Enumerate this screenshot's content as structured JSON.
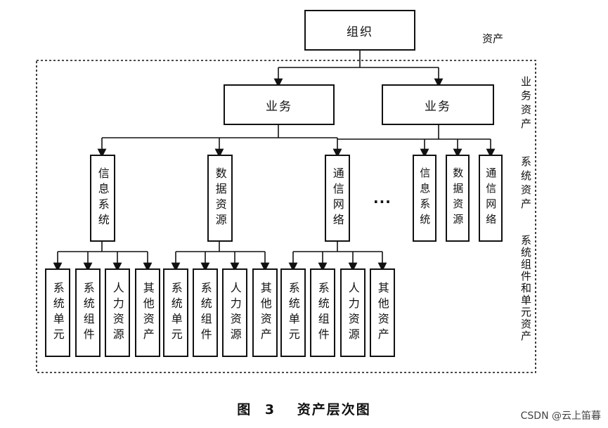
{
  "root": {
    "label": "组织"
  },
  "labels": {
    "asset": "资产",
    "business_asset": "业务资产",
    "system_asset": "系统资产",
    "component_asset": "系统组件和单元资产"
  },
  "business": [
    {
      "label": "业务"
    },
    {
      "label": "业务"
    }
  ],
  "systems": [
    {
      "label": "信息系统"
    },
    {
      "label": "数据资源"
    },
    {
      "label": "通信网络"
    },
    {
      "label": "信息系统"
    },
    {
      "label": "数据资源"
    },
    {
      "label": "通信网络"
    }
  ],
  "ellipsis": "...",
  "components": [
    {
      "label": "系统单元"
    },
    {
      "label": "系统组件"
    },
    {
      "label": "人力资源"
    },
    {
      "label": "其他资产"
    },
    {
      "label": "系统单元"
    },
    {
      "label": "系统组件"
    },
    {
      "label": "人力资源"
    },
    {
      "label": "其他资产"
    },
    {
      "label": "系统单元"
    },
    {
      "label": "系统组件"
    },
    {
      "label": "人力资源"
    },
    {
      "label": "其他资产"
    }
  ],
  "caption": {
    "prefix": "图",
    "number": "3",
    "title": "资产层次图"
  },
  "watermark": "CSDN @云上笛暮"
}
